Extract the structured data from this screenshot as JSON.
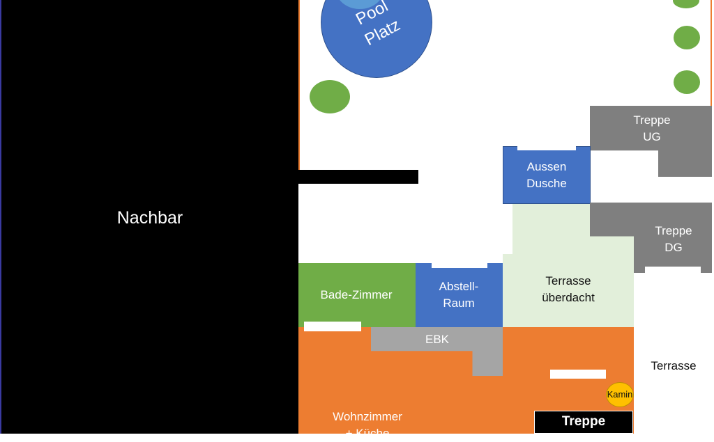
{
  "colors": {
    "neighbor": "#000000",
    "pool": "#4472c4",
    "tree": "#70ad47",
    "stairs_grey": "#7f7f7f",
    "ebk_grey": "#a5a5a5",
    "living": "#ed7d31",
    "terrace_covered": "#e2efda",
    "kamin": "#ffc000"
  },
  "labels": {
    "nachbar": "Nachbar",
    "pool_line1": "Pool",
    "pool_line2": "Platz",
    "treppe_ug": "Treppe\nUG",
    "aussen_dusche": "Aussen\nDusche",
    "treppe_dg": "Treppe\nDG",
    "bade_zimmer": "Bade-Zimmer",
    "abstell_raum": "Abstell-\nRaum",
    "terrasse_ueberdacht": "Terrasse\nüberdacht",
    "ebk": "EBK",
    "terrasse": "Terrasse",
    "kamin": "Kamin",
    "treppe": "Treppe",
    "wohnzimmer": "Wohnzimmer\n+ Küche"
  }
}
